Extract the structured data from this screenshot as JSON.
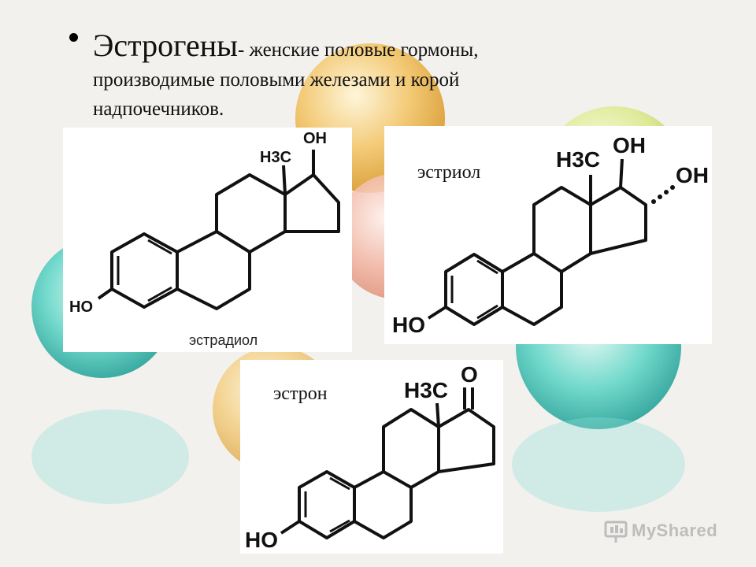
{
  "slide": {
    "term": "Эстрогены",
    "dash": "- ",
    "description_line1": "женские половые гормоны,",
    "description_line2": "производимые половыми железами и корой",
    "description_line3": "надпочечников."
  },
  "structures": [
    {
      "name": "эстрадиол",
      "methyl": "H3C",
      "hydroxyl_top": "OH",
      "hydroxyl_left": "HO"
    },
    {
      "name": "эстриол",
      "methyl": "H3C",
      "hydroxyl_top": "OH",
      "hydroxyl_side": "OH",
      "hydroxyl_left": "HO"
    },
    {
      "name": "эстрон",
      "methyl": "H3C",
      "ketone": "O",
      "hydroxyl_left": "HO"
    }
  ],
  "watermark": {
    "text": "MyShared",
    "icon": "presentation-icon"
  }
}
